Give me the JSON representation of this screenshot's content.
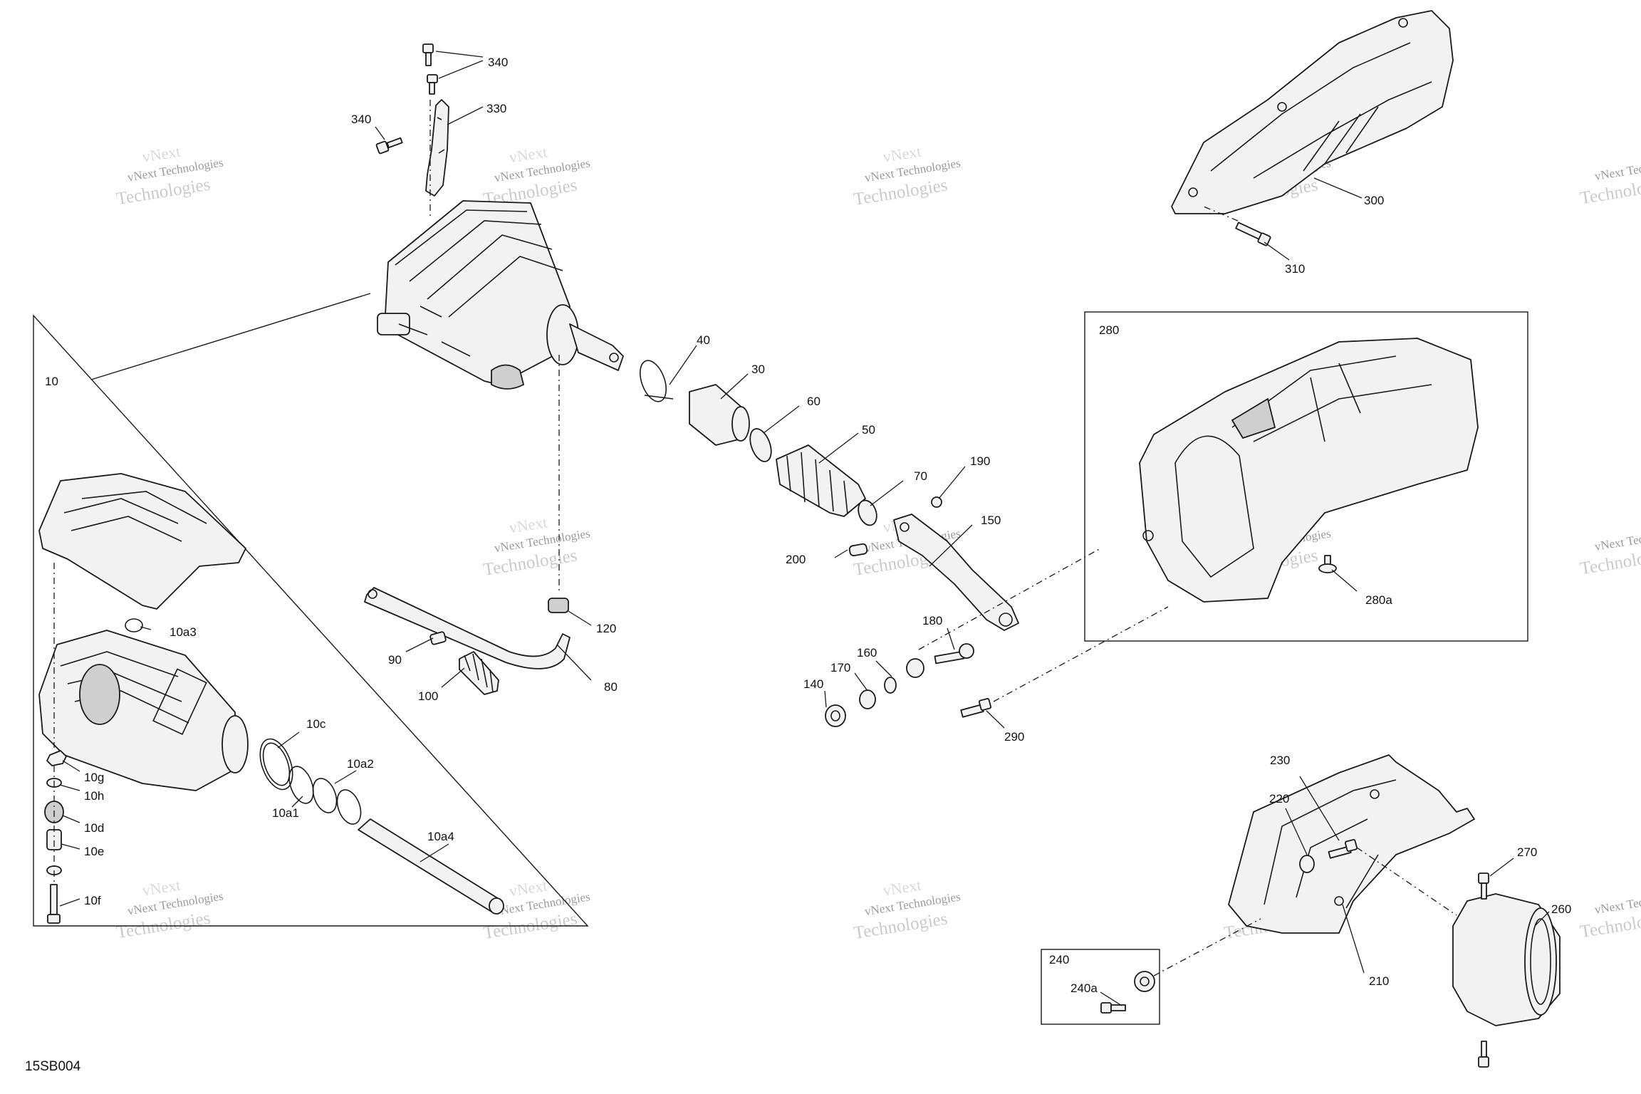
{
  "drawing_code": "15SB004",
  "watermark": {
    "line1": "vNext Technologies",
    "line2": "Technologies",
    "ghost": "vNext"
  },
  "callouts": {
    "c10": "10",
    "c10a1": "10a1",
    "c10a2": "10a2",
    "c10a3": "10a3",
    "c10a4": "10a4",
    "c10c": "10c",
    "c10d": "10d",
    "c10e": "10e",
    "c10f": "10f",
    "c10g": "10g",
    "c10h": "10h",
    "c30": "30",
    "c40": "40",
    "c50": "50",
    "c60": "60",
    "c70": "70",
    "c80": "80",
    "c90": "90",
    "c100": "100",
    "c120": "120",
    "c140": "140",
    "c150": "150",
    "c160": "160",
    "c170": "170",
    "c180": "180",
    "c190": "190",
    "c200": "200",
    "c210": "210",
    "c220": "220",
    "c230": "230",
    "c240": "240",
    "c240a": "240a",
    "c260": "260",
    "c270": "270",
    "c280": "280",
    "c280a": "280a",
    "c290": "290",
    "c300": "300",
    "c310": "310",
    "c330": "330",
    "c340a": "340",
    "c340b": "340"
  }
}
